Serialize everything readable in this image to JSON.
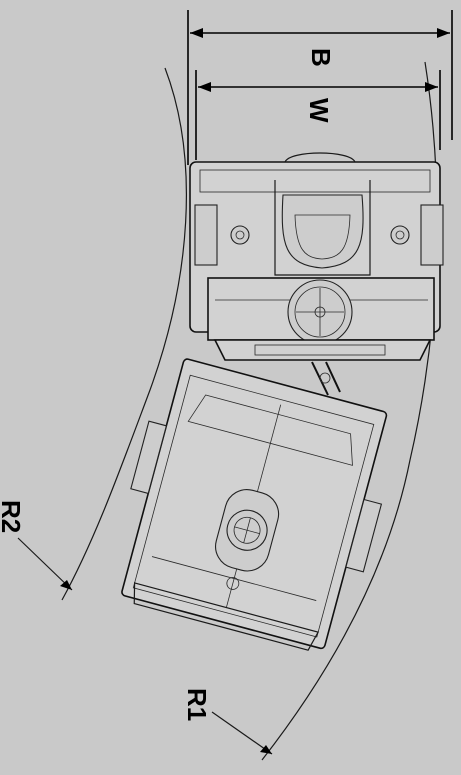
{
  "labels": {
    "overall_width": "B",
    "track_width": "W",
    "inner_radius": "R1",
    "outer_radius": "R2"
  },
  "colors": {
    "background": "#c9c9c9",
    "line": "#111111"
  }
}
